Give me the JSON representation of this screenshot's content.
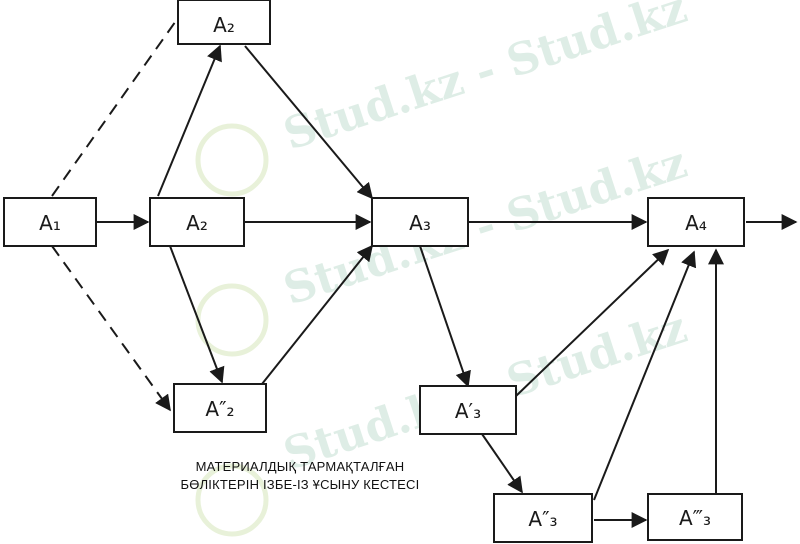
{
  "watermark_text": "Stud.kz - Stud.kz",
  "caption": {
    "line1": "МАТЕРИАЛДЫҚ ТАРМАҚТАЛҒАН",
    "line2": "БӨЛІКТЕРІН ІЗБЕ-ІЗ ҰСЫНУ КЕСТЕСІ"
  },
  "nodes": [
    {
      "id": "a1",
      "label": "A₁"
    },
    {
      "id": "a2-top",
      "label": "A₂"
    },
    {
      "id": "a2",
      "label": "A₂"
    },
    {
      "id": "a2-bottom",
      "label": "A″₂"
    },
    {
      "id": "a3",
      "label": "A₃"
    },
    {
      "id": "a3-prime",
      "label": "A′₃"
    },
    {
      "id": "a3-double",
      "label": "A″₃"
    },
    {
      "id": "a3-triple",
      "label": "A‴₃"
    },
    {
      "id": "a4",
      "label": "A₄"
    }
  ],
  "colors": {
    "stroke": "#1a1a1a",
    "watermark": "#b8d8c8"
  }
}
